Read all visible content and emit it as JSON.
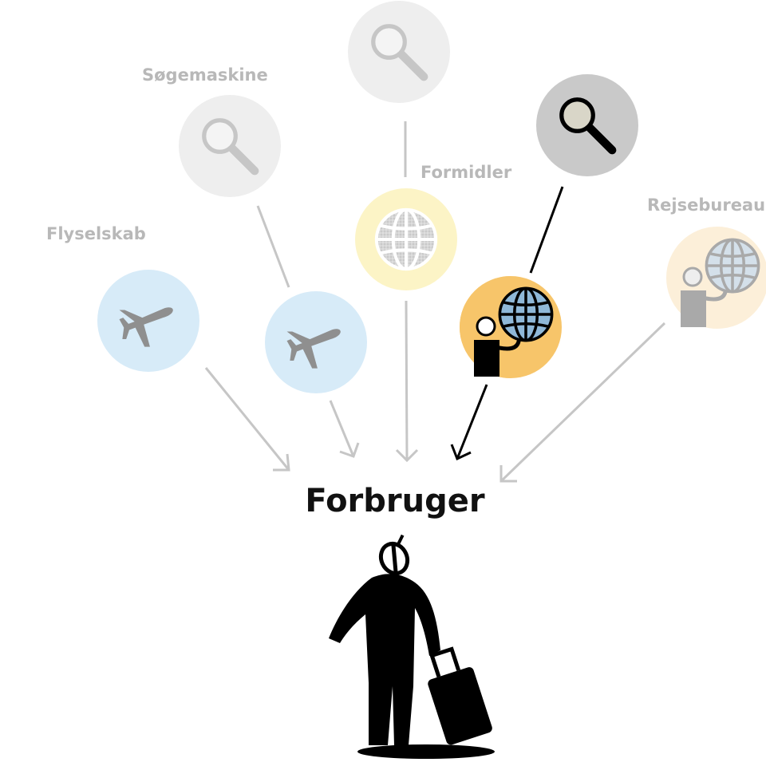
{
  "labels": {
    "flyselskab": "Flyselskab",
    "sogemaskine": "Søgemaskine",
    "formidler": "Formidler",
    "rejsebureau": "Rejsebureau",
    "forbruger": "Forbruger"
  },
  "icons": {
    "airline": "airplane-icon",
    "search": "magnifier-icon",
    "intermediary": "globe-icon",
    "agency": "agent-with-globe-icon",
    "consumer": "traveler-with-suitcase-icon"
  },
  "colors": {
    "airline_circle": "#d7ebf8",
    "search_circle": "#eeeeee",
    "search_circle_active": "#c9c9c9",
    "globe_circle": "#fcf4c6",
    "agency_circle_active": "#f7c56a",
    "agency_circle_faded": "#fcefd9",
    "faded": "#bdbdbd",
    "active": "#000000"
  },
  "highlighted_path": "Søgemaskine → Rejsebureau → Forbruger"
}
